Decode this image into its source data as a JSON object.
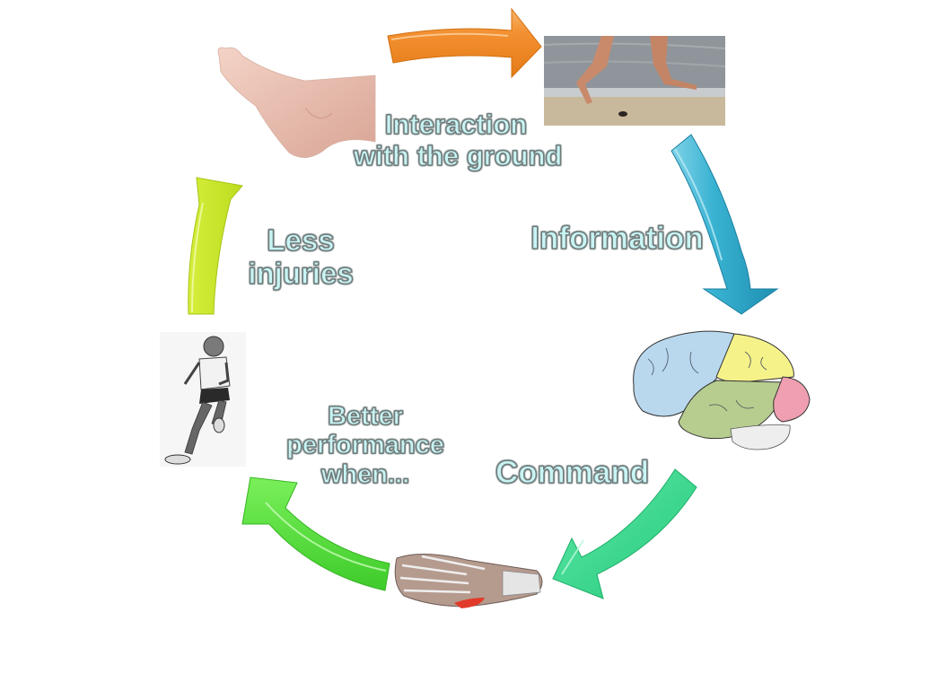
{
  "diagram": {
    "type": "cycle",
    "labels": {
      "interaction": [
        "Interaction",
        "with the ground"
      ],
      "information": "Information",
      "command": "Command",
      "better_performance": [
        "Better",
        "performance",
        "when..."
      ],
      "less_injuries": [
        "Less",
        "injuries"
      ]
    },
    "nodes": [
      {
        "id": "bare-foot",
        "description": "bare foot photo"
      },
      {
        "id": "beach-runner",
        "description": "barefoot running on beach photo"
      },
      {
        "id": "brain",
        "description": "brain lobes illustration"
      },
      {
        "id": "foot-anatomy",
        "description": "foot muscle anatomy illustration"
      },
      {
        "id": "runner-sketch",
        "description": "pencil sketch of runner"
      }
    ],
    "arrow_colors": {
      "orange": "#f08a24",
      "blue": "#2fa9c8",
      "teal_green": "#2fd68a",
      "green": "#4fdc3a",
      "yellow_green": "#c8e62a"
    },
    "text_fill": "#c8f4f4",
    "text_outline": "#6f7a7a"
  }
}
